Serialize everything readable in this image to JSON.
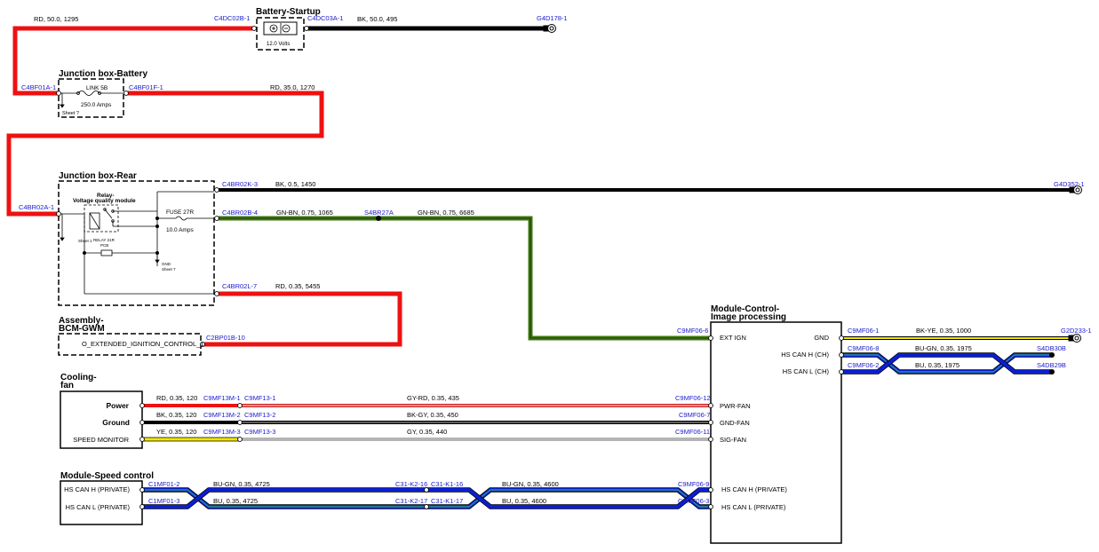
{
  "components": {
    "battery": {
      "title": "Battery-Startup",
      "voltage": "12.0 Volts"
    },
    "jbox_battery": {
      "title": "Junction box-Battery",
      "link": "LINK 5B",
      "amps": "250.0 Amps",
      "sheet": "Sheet ?"
    },
    "jbox_rear": {
      "title": "Junction box-Rear",
      "relay_title_1": "Relay-",
      "relay_title_2": "Voltage quality module",
      "relay_part": "RELAY 21R",
      "relay_pcb": "PCB",
      "fuse": "FUSE 27R",
      "fuse_amps": "10.0 Amps",
      "sheet1": "Sheet 1",
      "gnd": "GND",
      "sheet7": "Sheet 7"
    },
    "bcm": {
      "title_1": "Assembly-",
      "title_2": "BCM-GWM",
      "signal": "O_EXTENDED_IGNITION_CONTROL_1"
    },
    "cooling_fan": {
      "title_1": "Cooling-",
      "title_2": "fan",
      "power": "Power",
      "ground": "Ground",
      "speed": "SPEED MONITOR"
    },
    "speed_ctrl": {
      "title": "Module-Speed control",
      "can_h": "HS CAN H (PRIVATE)",
      "can_l": "HS CAN L (PRIVATE)"
    },
    "image_proc": {
      "title_1": "Module-Control-",
      "title_2": "Image processing",
      "ext_ign": "EXT IGN",
      "gnd": "GND",
      "can_h_ch": "HS CAN H (CH)",
      "can_l_ch": "HS CAN L (CH)",
      "pwr_fan": "PWR-FAN",
      "gnd_fan": "GND-FAN",
      "sig_fan": "SIG-FAN",
      "can_h_priv": "HS CAN H (PRIVATE)",
      "can_l_priv": "HS CAN L (PRIVATE)"
    }
  },
  "connectors": {
    "c4dc02b": "C4DC02B-1",
    "c4dc03a": "C4DC03A-1",
    "g4d178": "G4D178-1",
    "c4bf01a": "C4BF01A-1",
    "c4bf01f": "C4BF01F-1",
    "c4br02a": "C4BR02A-1",
    "c4br02k": "C4BR02K-3",
    "g4d352": "G4D352-1",
    "c4br02b": "C4BR02B-4",
    "s4br27a": "S4BR27A",
    "c4br02l": "C4BR02L-7",
    "c2bp01b": "C2BP01B-10",
    "c9mf06_6": "C9MF06-6",
    "c9mf06_1": "C9MF06-1",
    "g2d233": "G2D233-1",
    "c9mf06_8": "C9MF06-8",
    "c9mf06_2": "C9MF06-2",
    "s4db30b": "S4DB30B",
    "s4db29b": "S4DB29B",
    "c9mf13m_1": "C9MF13M-1",
    "c9mf13_1": "C9MF13-1",
    "c9mf13m_2": "C9MF13M-2",
    "c9mf13_2": "C9MF13-2",
    "c9mf13m_3": "C9MF13M-3",
    "c9mf13_3": "C9MF13-3",
    "c9mf06_12": "C9MF06-12",
    "c9mf06_7": "C9MF06-7",
    "c9mf06_11": "C9MF06-11",
    "c1mf01_2": "C1MF01-2",
    "c1mf01_3": "C1MF01-3",
    "c31k2_16": "C31-K2-16",
    "c31k1_16": "C31-K1-16",
    "c31k2_17": "C31-K2-17",
    "c31k1_17": "C31-K1-17",
    "c9mf06_9": "C9MF06-9",
    "c9mf06_3": "C9MF06-3"
  },
  "wires": {
    "w1295": "RD,  50.0,  1295",
    "w495": "BK,  50.0,  495",
    "w1270": "RD,  35.0,  1270",
    "w1450": "BK,  0.5,  1450",
    "w1065": "GN-BN,  0.75,  1065",
    "w6685": "GN-BN,  0.75,  6685",
    "w5455": "RD,  0.35,  5455",
    "w1000": "BK-YE,  0.35,  1000",
    "w1975a": "BU-GN,  0.35,  1975",
    "w1975b": "BU,  0.35,  1975",
    "w120a": "RD,  0.35,  120",
    "w435": "GY-RD,  0.35,  435",
    "w120b": "BK,  0.35,  120",
    "w450": "BK-GY,  0.35,  450",
    "w120c": "YE,  0.35,  120",
    "w440": "GY,  0.35,  440",
    "w4725a": "BU-GN,  0.35,  4725",
    "w4725b": "BU,  0.35,  4725",
    "w4600a": "BU-GN,  0.35,  4600",
    "w4600b": "BU,  0.35,  4600"
  },
  "colors": {
    "red": "#ee1111",
    "black": "#000000",
    "green": "#3f7a10",
    "blue": "#0a1fd0",
    "teal": "#2a9090",
    "yellow": "#f2e600",
    "grey": "#b4b4b4",
    "connector_text": "#1a1acc"
  }
}
